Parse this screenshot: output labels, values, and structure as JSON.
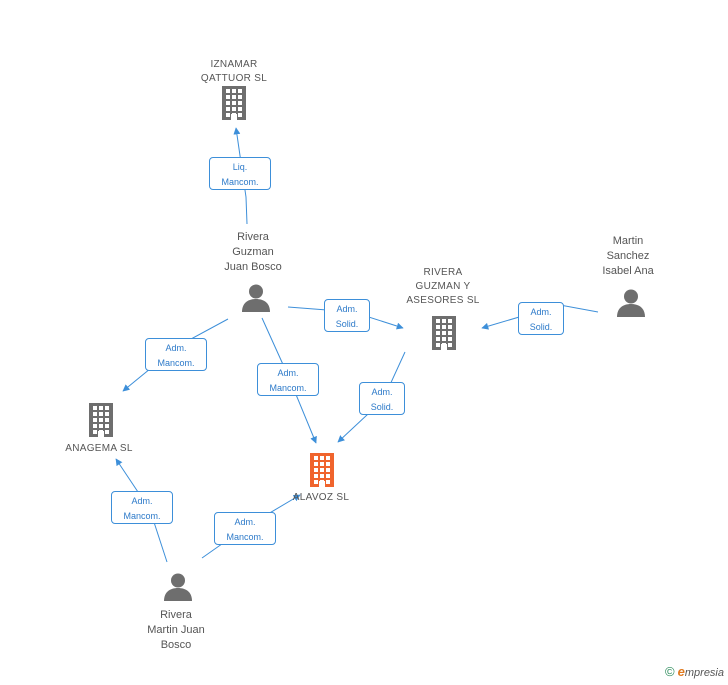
{
  "colors": {
    "edge": "#3d8fd9",
    "company": "#6e6e6e",
    "person": "#6e6e6e",
    "focus_company": "#f0642d"
  },
  "nodes": {
    "iznamar": {
      "label": "IZNAMAR\nQATTUOR SL",
      "type": "company"
    },
    "rivera_guzman": {
      "label": "Rivera\nGuzman\nJuan Bosco",
      "type": "person"
    },
    "rivera_guzman_asesores": {
      "label": "RIVERA\nGUZMAN Y\nASESORES SL",
      "type": "company"
    },
    "martin_sanchez": {
      "label": "Martin\nSanchez\nIsabel Ana",
      "type": "person"
    },
    "anagema": {
      "label": "ANAGEMA  SL",
      "type": "company"
    },
    "alavoz": {
      "label": "ALAVOZ  SL",
      "type": "focus_company"
    },
    "rivera_martin": {
      "label": "Rivera\nMartin Juan\nBosco",
      "type": "person"
    }
  },
  "edges": [
    {
      "from": "rivera_guzman",
      "to": "iznamar",
      "label": "Liq.\nMancom."
    },
    {
      "from": "rivera_guzman",
      "to": "rivera_guzman_asesores",
      "label": "Adm.\nSolid."
    },
    {
      "from": "martin_sanchez",
      "to": "rivera_guzman_asesores",
      "label": "Adm.\nSolid."
    },
    {
      "from": "rivera_guzman",
      "to": "anagema",
      "label": "Adm.\nMancom."
    },
    {
      "from": "rivera_guzman",
      "to": "alavoz",
      "label": "Adm.\nMancom."
    },
    {
      "from": "rivera_guzman_asesores",
      "to": "alavoz",
      "label": "Adm.\nSolid."
    },
    {
      "from": "rivera_martin",
      "to": "anagema",
      "label": "Adm.\nMancom."
    },
    {
      "from": "rivera_martin",
      "to": "alavoz",
      "label": "Adm.\nMancom."
    }
  ],
  "footer": {
    "copyright": "©",
    "brand_initial": "e",
    "brand_rest": "mpresia"
  }
}
